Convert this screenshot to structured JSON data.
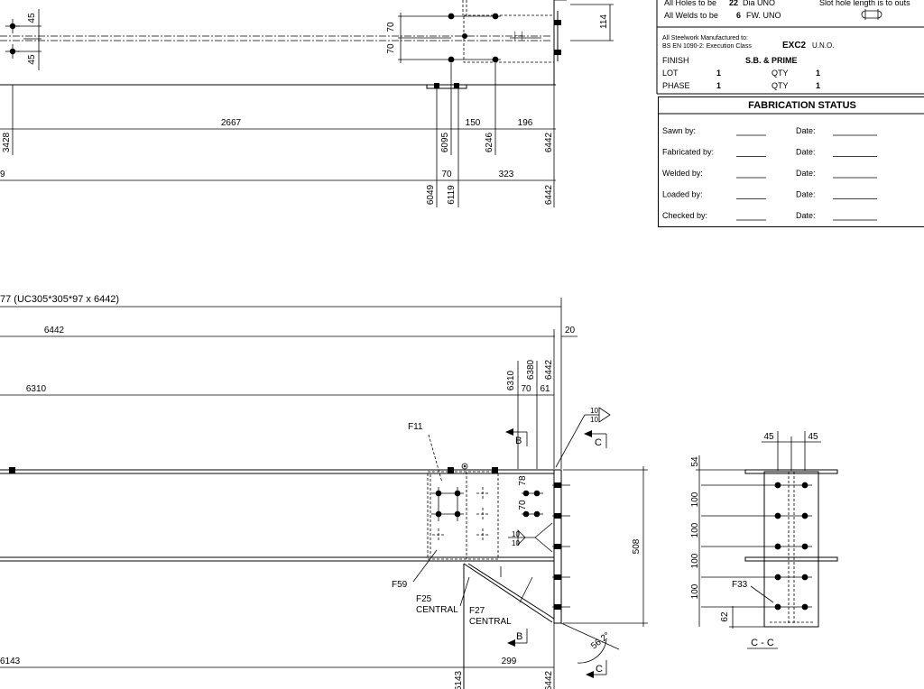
{
  "title_block": {
    "holes_prefix": "All Holes to be",
    "holes_value": "22",
    "holes_suffix": "Dia UNO",
    "welds_prefix": "All Welds to be",
    "welds_value": "6",
    "welds_suffix": "FW. UNO",
    "slot_note": "Slot hole length is to outs",
    "manufactured_line1": "All Steelwork Manufactured to:",
    "manufactured_line2": "BS EN 1090-2: Execution Class",
    "exec_class": "EXC2",
    "exec_suffix": "U.N.O.",
    "finish_label": "FINISH",
    "finish_value": "S.B. & PRIME",
    "lot_label": "LOT",
    "lot_value": "1",
    "phase_label": "PHASE",
    "phase_value": "1",
    "qty_label": "QTY",
    "qty_lot": "1",
    "qty_phase": "1"
  },
  "fabrication_status": {
    "heading": "FABRICATION STATUS",
    "date_label": "Date:",
    "rows": [
      "Sawn by:",
      "Fabricated by:",
      "Welded by:",
      "Loaded by:",
      "Checked by:"
    ]
  },
  "top_view": {
    "dims": {
      "d45a": "45",
      "d45b": "45",
      "d70a": "70",
      "d70b": "70",
      "d114": "114",
      "d2667": "2667",
      "d150": "150",
      "d196": "196",
      "d3428": "3428",
      "d6095": "6095",
      "d6246": "6246",
      "d6442a": "6442",
      "d9": "9",
      "d70c": "70",
      "d323": "323",
      "d6049": "6049",
      "d6119": "6119",
      "d6442b": "6442"
    }
  },
  "elevation": {
    "member_label": "77 (UC305*305*97 x 6442)",
    "dims": {
      "d6442": "6442",
      "d20": "20",
      "d6310": "6310",
      "v6310": "6310",
      "v6380": "6380",
      "v6442": "6442",
      "d70": "70",
      "d61": "61",
      "d78": "78",
      "d70v": "70",
      "d508": "508",
      "d299": "299",
      "d6143": "6143",
      "v6143": "6143",
      "v6442b": "6442",
      "angle": "56.2°",
      "weld10a": "10",
      "weld10b": "10",
      "weld10c": "10",
      "weld10d": "10"
    },
    "labels": {
      "f11": "F11",
      "f59": "F59",
      "f25": "F25",
      "f25b": "CENTRAL",
      "f27": "F27",
      "f27b": "CENTRAL",
      "secB1": "B",
      "secB2": "B",
      "secC1": "C",
      "secC2": "C"
    }
  },
  "section_cc": {
    "title": "C - C",
    "dims": {
      "d45a": "45",
      "d45b": "45",
      "d54": "54",
      "d100a": "100",
      "d100b": "100",
      "d100c": "100",
      "d100d": "100",
      "d62": "62"
    },
    "label_f33": "F33"
  }
}
